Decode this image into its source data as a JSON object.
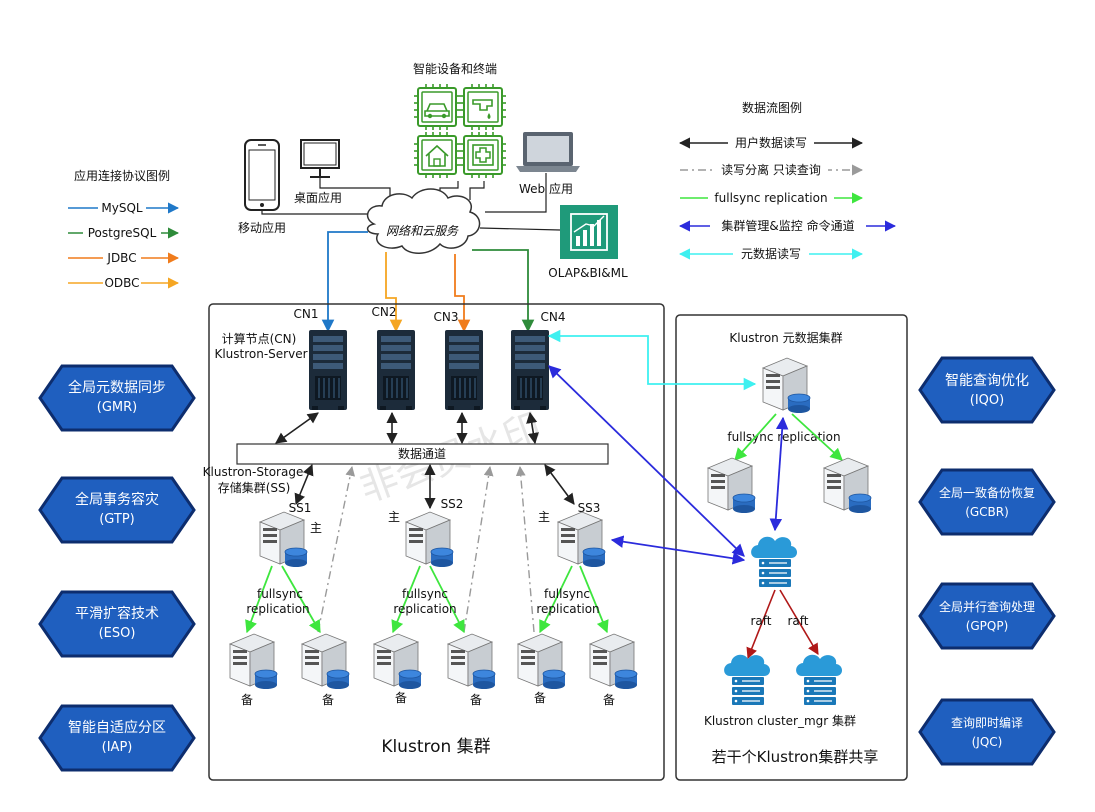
{
  "devices": {
    "iot_title": "智能设备和终端",
    "mobile": "移动应用",
    "desktop": "桌面应用",
    "web": "Web 应用",
    "cloud": "网络和云服务",
    "olap": "OLAP&BI&ML"
  },
  "protocol_legend": {
    "title": "应用连接协议图例",
    "items": [
      {
        "label": "MySQL",
        "color": "#1f78c8"
      },
      {
        "label": "PostgreSQL",
        "color": "#2e8b3a"
      },
      {
        "label": "JDBC",
        "color": "#f07c1c"
      },
      {
        "label": "ODBC",
        "color": "#f5a623"
      }
    ]
  },
  "flow_legend": {
    "title": "数据流图例",
    "items": [
      {
        "label": "用户数据读写",
        "color": "#222222",
        "style": "solid"
      },
      {
        "label": "读写分离 只读查询",
        "color": "#9a9a9a",
        "style": "dashdot"
      },
      {
        "label": "fullsync replication",
        "color": "#3ee63e",
        "style": "solid"
      },
      {
        "label": "集群管理&监控 命令通道",
        "color": "#2b2bdc",
        "style": "solid"
      },
      {
        "label": "元数据读写",
        "color": "#3ef0f0",
        "style": "solid"
      }
    ]
  },
  "cluster": {
    "title": "Klustron 集群",
    "compute_label_1": "计算节点(CN)",
    "compute_label_2": "Klustron-Server",
    "cn": [
      "CN1",
      "CN2",
      "CN3",
      "CN4"
    ],
    "channel": "数据通道",
    "storage_label_1": "Klustron-Storage",
    "storage_label_2": "存储集群(SS)",
    "ss": [
      "SS1",
      "SS2",
      "SS3"
    ],
    "primary": "主",
    "standby": "备",
    "fullsync_1": "fullsync",
    "fullsync_2": "replication",
    "watermark": "非会员水印"
  },
  "shared": {
    "meta_title": "Klustron 元数据集群",
    "fullsync": "fullsync replication",
    "raft": "raft",
    "mgr_title": "Klustron cluster_mgr 集群",
    "footer": "若干个Klustron集群共享"
  },
  "features_left": [
    {
      "name": "全局元数据同步",
      "abbr": "(GMR)"
    },
    {
      "name": "全局事务容灾",
      "abbr": "(GTP)"
    },
    {
      "name": "平滑扩容技术",
      "abbr": "(ESO)"
    },
    {
      "name": "智能自适应分区",
      "abbr": "(IAP)"
    }
  ],
  "features_right": [
    {
      "name": "智能查询优化",
      "abbr": "(IQO)"
    },
    {
      "name": "全局一致备份恢复",
      "abbr": "(GCBR)"
    },
    {
      "name": "全局并行查询处理",
      "abbr": "(GPQP)"
    },
    {
      "name": "查询即时编译",
      "abbr": "(JQC)"
    }
  ],
  "colors": {
    "hex_fill": "#1f5fbf",
    "hex_border": "#0d2d6e",
    "iot_green": "#3a9a2a",
    "server_dark": "#1c2b3a"
  }
}
